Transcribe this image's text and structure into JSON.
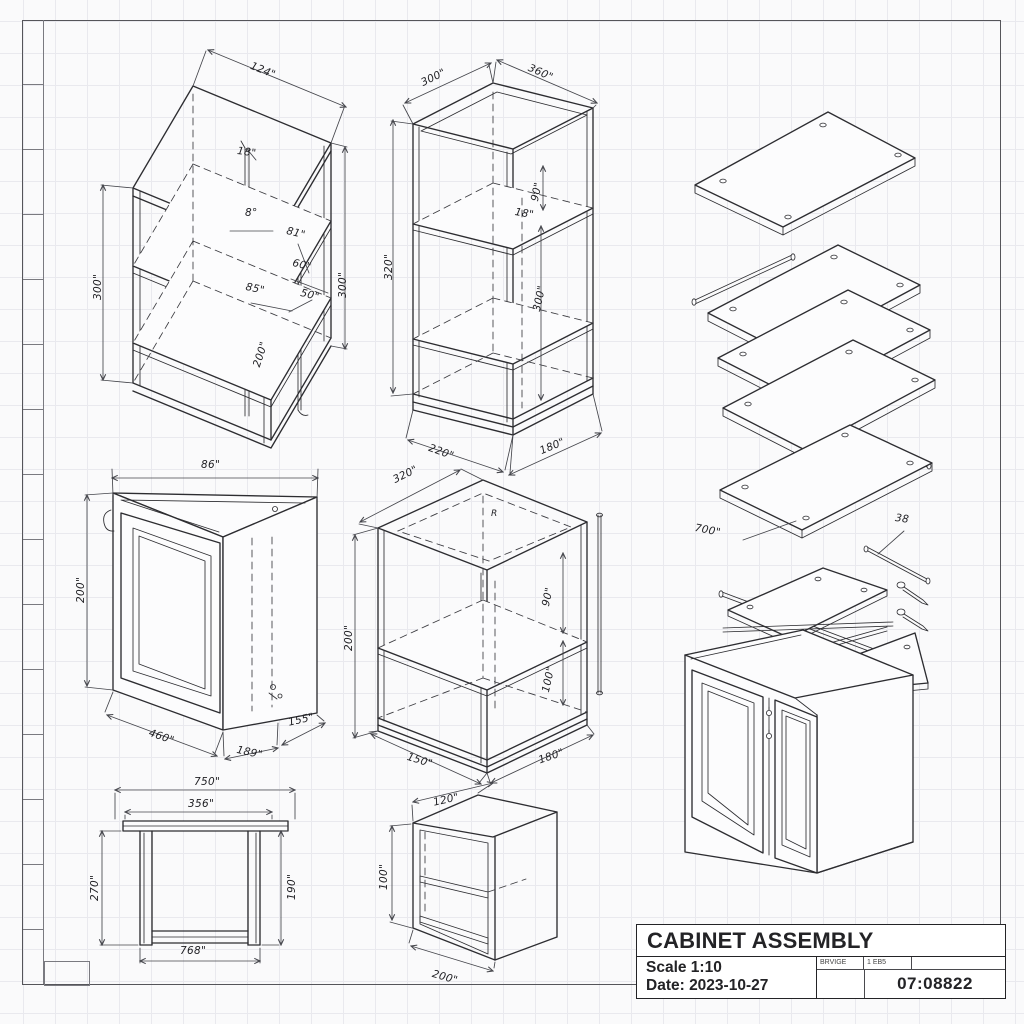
{
  "title_block": {
    "title": "CABINET ASSEMBLY",
    "scale": "Scale 1:10",
    "date": "Date: 2023-10-27",
    "rev_label": "BRVIGE",
    "sheet_label": "1 EB5",
    "drawing_number": "07:08822"
  },
  "views": {
    "shelf_unit_iso": {
      "dims": {
        "top_width": "124\"",
        "left_height": "300\"",
        "right_height": "300\"",
        "rail_width": "18\"",
        "angle": "8°",
        "shelf_offset": "81\"",
        "shelf_gap": "60\"",
        "lower_offset": "85\"",
        "lower_gap": "50\"",
        "bottom_height": "200\""
      }
    },
    "tall_cabinet_iso": {
      "dims": {
        "top_depth": "300\"",
        "top_width": "360\"",
        "left_height": "320\"",
        "shelf_gap": "90\"",
        "rail_width": "18\"",
        "inner_height": "300\"",
        "bottom_depth": "220\"",
        "bottom_width": "180\""
      }
    },
    "door_cabinet_iso": {
      "dims": {
        "top_width": "86\"",
        "left_height": "200\"",
        "bottom_width": "460\"",
        "bottom_depth_a": "189\"",
        "bottom_depth_b": "155\""
      }
    },
    "base_cabinet_iso": {
      "mark": "R",
      "dims": {
        "top_width": "320\"",
        "left_height": "200\"",
        "upper_gap": "90\"",
        "lower_gap": "100\"",
        "bottom_width": "150\"",
        "bottom_depth": "180\""
      }
    },
    "table_front_view": {
      "dims": {
        "overall_width": "750\"",
        "top_width": "356\"",
        "left_height": "270\"",
        "right_height": "190\"",
        "base_width": "768\""
      }
    },
    "small_cabinet_iso": {
      "dims": {
        "top_width": "120\"",
        "left_height": "100\"",
        "bottom_width": "200\""
      }
    },
    "exploded_view": {
      "labels": {
        "panel_width": "700\"",
        "dowel_size": "38"
      }
    }
  }
}
